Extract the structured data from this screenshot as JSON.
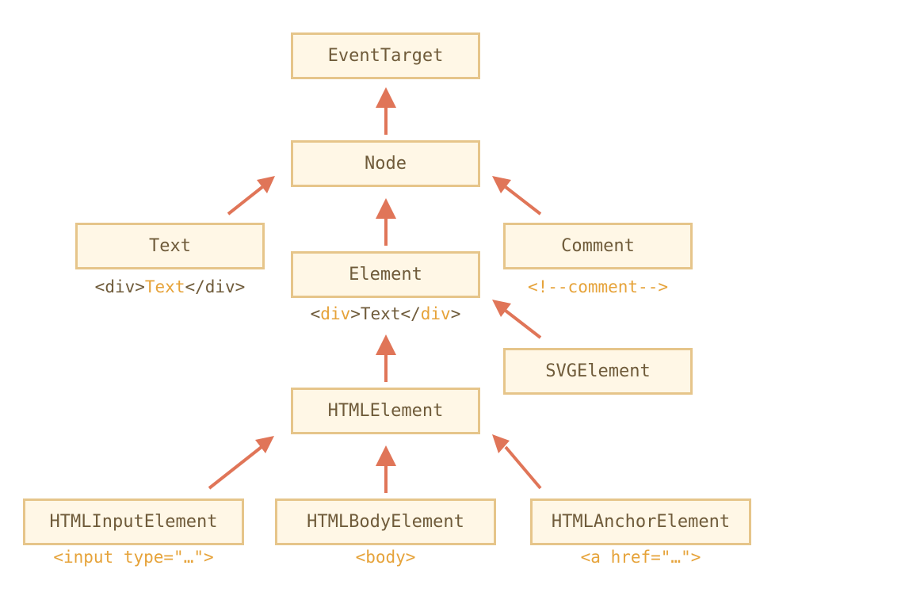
{
  "nodes": {
    "event_target": "EventTarget",
    "node": "Node",
    "text": "Text",
    "comment": "Comment",
    "element": "Element",
    "svg_element": "SVGElement",
    "html_element": "HTMLElement",
    "html_input_element": "HTMLInputElement",
    "html_body_element": "HTMLBodyElement",
    "html_anchor_element": "HTMLAnchorElement"
  },
  "captions": {
    "text": {
      "open": "<div>",
      "mid": "Text",
      "close": "</div>"
    },
    "comment": "<!--comment-->",
    "element": {
      "lt": "<",
      "tag": "div",
      "gt": ">",
      "text": "Text",
      "lt_close": "</",
      "tag_close": "div",
      "gt_close": ">"
    },
    "input": "<input type=\"…\">",
    "body": "<body>",
    "anchor": "<a href=\"…\">"
  },
  "colors": {
    "box_fill": "#fff7e6",
    "box_border": "#e6c58a",
    "box_text": "#6f5b3a",
    "arrow": "#e07558",
    "highlight": "#e6a33a"
  }
}
